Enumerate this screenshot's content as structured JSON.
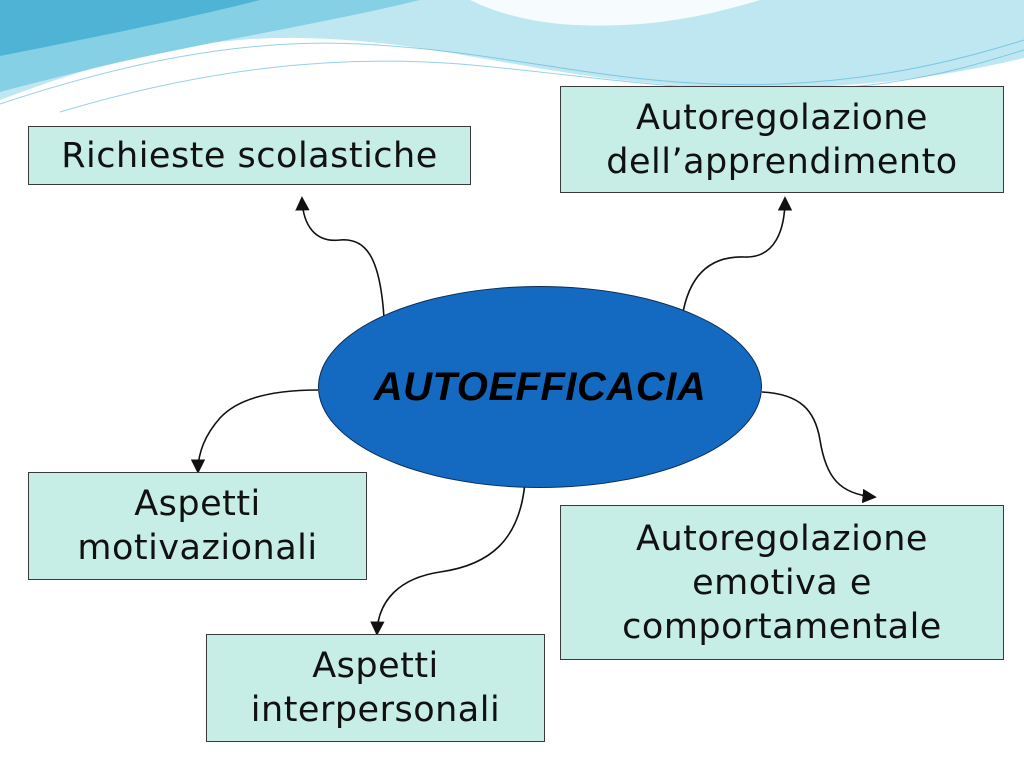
{
  "colors": {
    "center_fill": "#1469c1",
    "node_fill": "#c6eee6",
    "node_border": "#3a3a3a",
    "arrow": "#111111",
    "wave_light": "#bfe7f2",
    "wave_mid": "#86d0e6",
    "wave_dark": "#4fb3d6"
  },
  "center": {
    "label": "AUTOEFFICACIA"
  },
  "nodes": [
    {
      "id": "top-left",
      "label": "Richieste scolastiche"
    },
    {
      "id": "top-right",
      "label": "Autoregolazione\ndell’apprendimento"
    },
    {
      "id": "mid-left",
      "label": "Aspetti\nmotivazionali"
    },
    {
      "id": "bottom-right",
      "label": "Autoregolazione\nemotiva e\ncomportamentale"
    },
    {
      "id": "bottom-center",
      "label": "Aspetti\ninterpersonali"
    }
  ]
}
